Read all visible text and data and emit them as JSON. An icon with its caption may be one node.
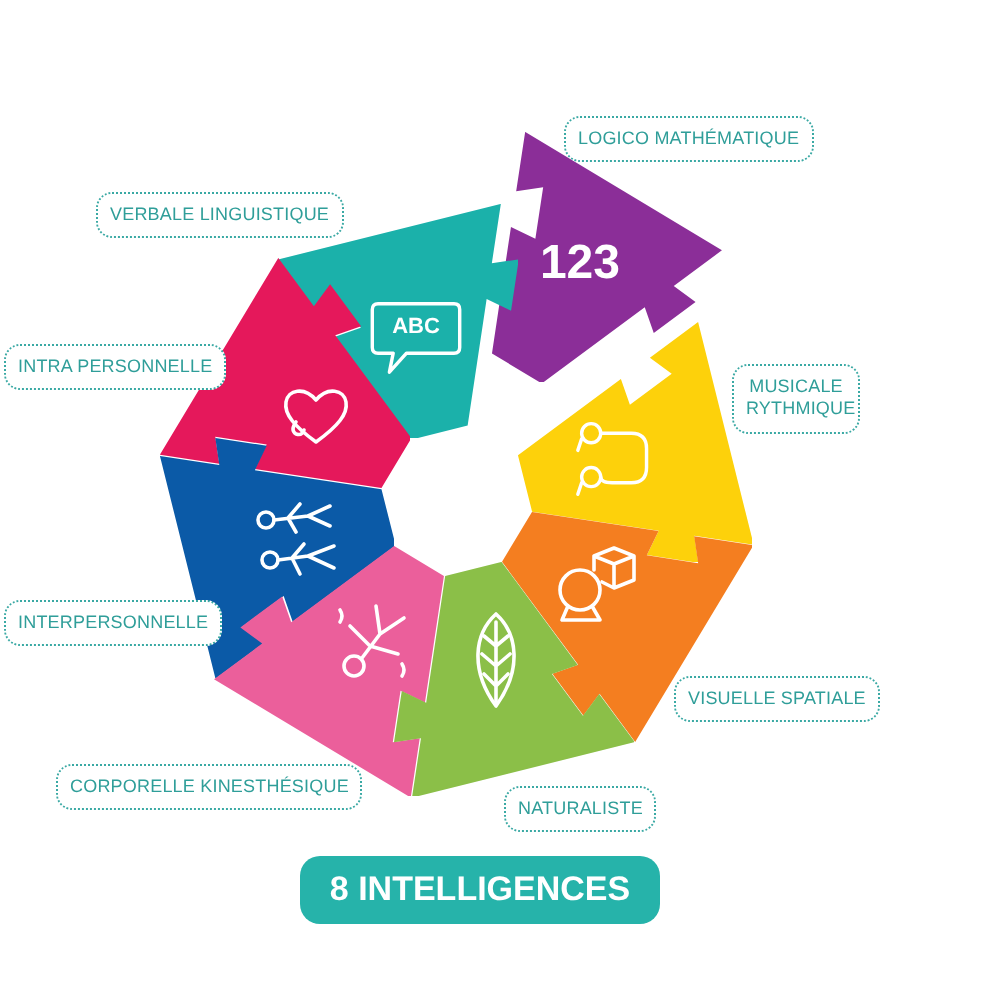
{
  "diagram": {
    "nodes": [
      {
        "text": [
          "LOGICO MATHÉMATIQUE"
        ]
      },
      {
        "text": [
          "123"
        ]
      },
      {
        "text": [
          "VERBALE LINGUISTIQUE"
        ]
      },
      {
        "text": [
          "ABC"
        ]
      },
      {
        "text": [
          "MUSICALE RYTHMIQUE"
        ]
      },
      {
        "text": [],
        "shape": "puzzle"
      },
      {
        "text": [
          "INTRA PERSONNELLE"
        ]
      },
      {
        "text": [],
        "shape": "puzzle"
      },
      {
        "text": [
          "INTERPERSONNELLE"
        ]
      },
      {
        "text": [],
        "shape": "puzzle"
      },
      {
        "text": [
          "VISUELLE SPATIALE"
        ]
      },
      {
        "text": [],
        "shape": "puzzle"
      },
      {
        "text": [
          "CORPORELLE KINESTHÉSIQUE"
        ]
      },
      {
        "text": [],
        "shape": "puzzle"
      },
      {
        "text": [
          "NATURALISTE"
        ]
      },
      {
        "text": [],
        "shape": "puzzle"
      },
      {
        "text": [
          "8 INTELLIGENCES"
        ]
      }
    ]
  }
}
